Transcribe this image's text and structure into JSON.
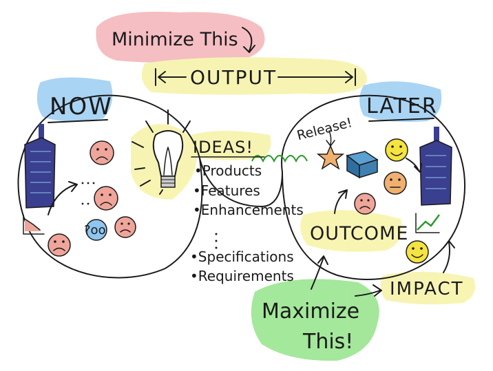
{
  "header": {
    "minimize": "Minimize This",
    "output": "OUTPUT"
  },
  "now": {
    "title": "NOW"
  },
  "later": {
    "title": "LATER",
    "release": "Release!"
  },
  "ideas": {
    "title": "IDEAS!",
    "items": [
      "Products",
      "Features",
      "Enhancements",
      "Specifications",
      "Requirements"
    ]
  },
  "outcome": "OUTCOME",
  "impact": "IMPACT",
  "maximize": {
    "line1": "Maximize",
    "line2": "This!"
  },
  "question_note": "?oo",
  "colors": {
    "pink": "#f2a9b0",
    "yellow": "#f5f19a",
    "blue": "#8ec6f0",
    "green": "#86e07a",
    "face_sad": "#f0a59a",
    "face_happy": "#f4e340",
    "face_neutral": "#f0b070",
    "building": "#3a3f8f"
  },
  "icons": [
    "building-icon",
    "lightbulb-icon",
    "sad-face-icon",
    "happy-face-icon",
    "star-icon",
    "package-icon",
    "chart-up-icon",
    "chart-down-icon"
  ]
}
